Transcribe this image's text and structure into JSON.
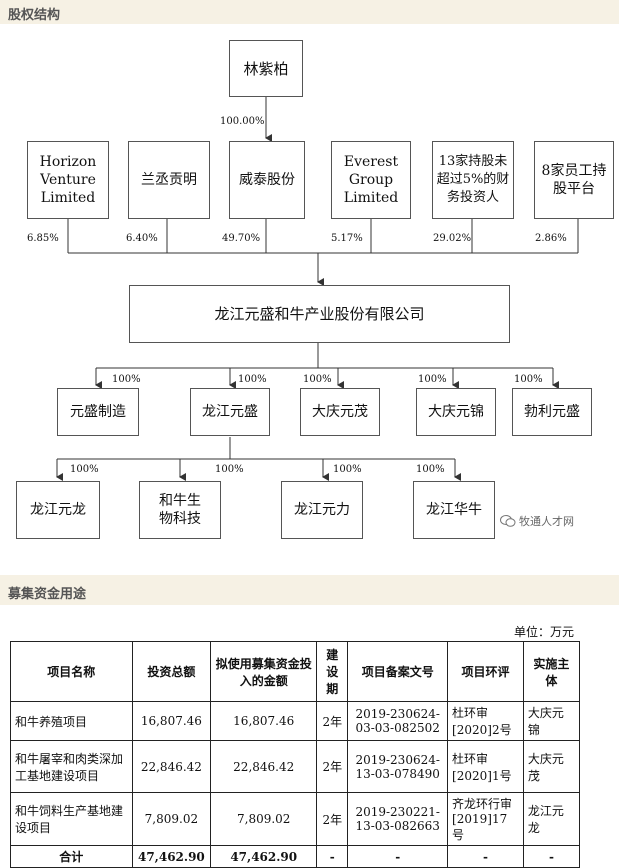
{
  "sections": {
    "equity_title": "股权结构",
    "fund_title": "募集资金用途"
  },
  "org": {
    "top": "林紫柏",
    "top_pct": "100.00%",
    "shareholders": [
      {
        "name": "Horizon Venture Limited",
        "pct": "6.85%"
      },
      {
        "name": "兰丞贡明",
        "pct": "6.40%"
      },
      {
        "name": "威泰股份",
        "pct": "49.70%"
      },
      {
        "name": "Everest Group Limited",
        "pct": "5.17%"
      },
      {
        "name": "13家持股未超过5%的财务投资人",
        "pct": "29.02%"
      },
      {
        "name": "8家员工持股平台",
        "pct": "2.86%"
      }
    ],
    "company": "龙江元盛和牛产业股份有限公司",
    "subs": [
      {
        "name": "元盛制造",
        "pct": "100%"
      },
      {
        "name": "龙江元盛",
        "pct": "100%"
      },
      {
        "name": "大庆元茂",
        "pct": "100%"
      },
      {
        "name": "大庆元锦",
        "pct": "100%"
      },
      {
        "name": "勃利元盛",
        "pct": "100%"
      }
    ],
    "subsubs": [
      {
        "name": "龙江元龙",
        "pct": "100%"
      },
      {
        "name": "和牛生物科技",
        "pct": "100%"
      },
      {
        "name": "龙江元力",
        "pct": "100%"
      },
      {
        "name": "龙江华牛",
        "pct": "100%"
      }
    ],
    "watermark": "牧通人才网"
  },
  "fund": {
    "unit": "单位：万元",
    "headers": [
      "项目名称",
      "投资总额",
      "拟使用募集资金投入的金额",
      "建设期",
      "项目备案文号",
      "项目环评",
      "实施主体"
    ],
    "rows": [
      {
        "name": "和牛养殖项目",
        "total": "16,807.46",
        "raised": "16,807.46",
        "period": "2年",
        "filing": "2019-230624-03-03-082502",
        "eia": "杜环审[2020]2号",
        "entity": "大庆元锦"
      },
      {
        "name": "和牛屠宰和肉类深加工基地建设项目",
        "total": "22,846.42",
        "raised": "22,846.42",
        "period": "2年",
        "filing": "2019-230624-13-03-078490",
        "eia": "杜环审[2020]1号",
        "entity": "大庆元茂"
      },
      {
        "name": "和牛饲料生产基地建设项目",
        "total": "7,809.02",
        "raised": "7,809.02",
        "period": "2年",
        "filing": "2019-230221-13-03-082663",
        "eia": "齐龙环行审[2019]17号",
        "entity": "龙江元龙"
      }
    ],
    "total": {
      "name": "合计",
      "total": "47,462.90",
      "raised": "47,462.90",
      "period": "-",
      "filing": "-",
      "eia": "-",
      "entity": "-"
    }
  }
}
